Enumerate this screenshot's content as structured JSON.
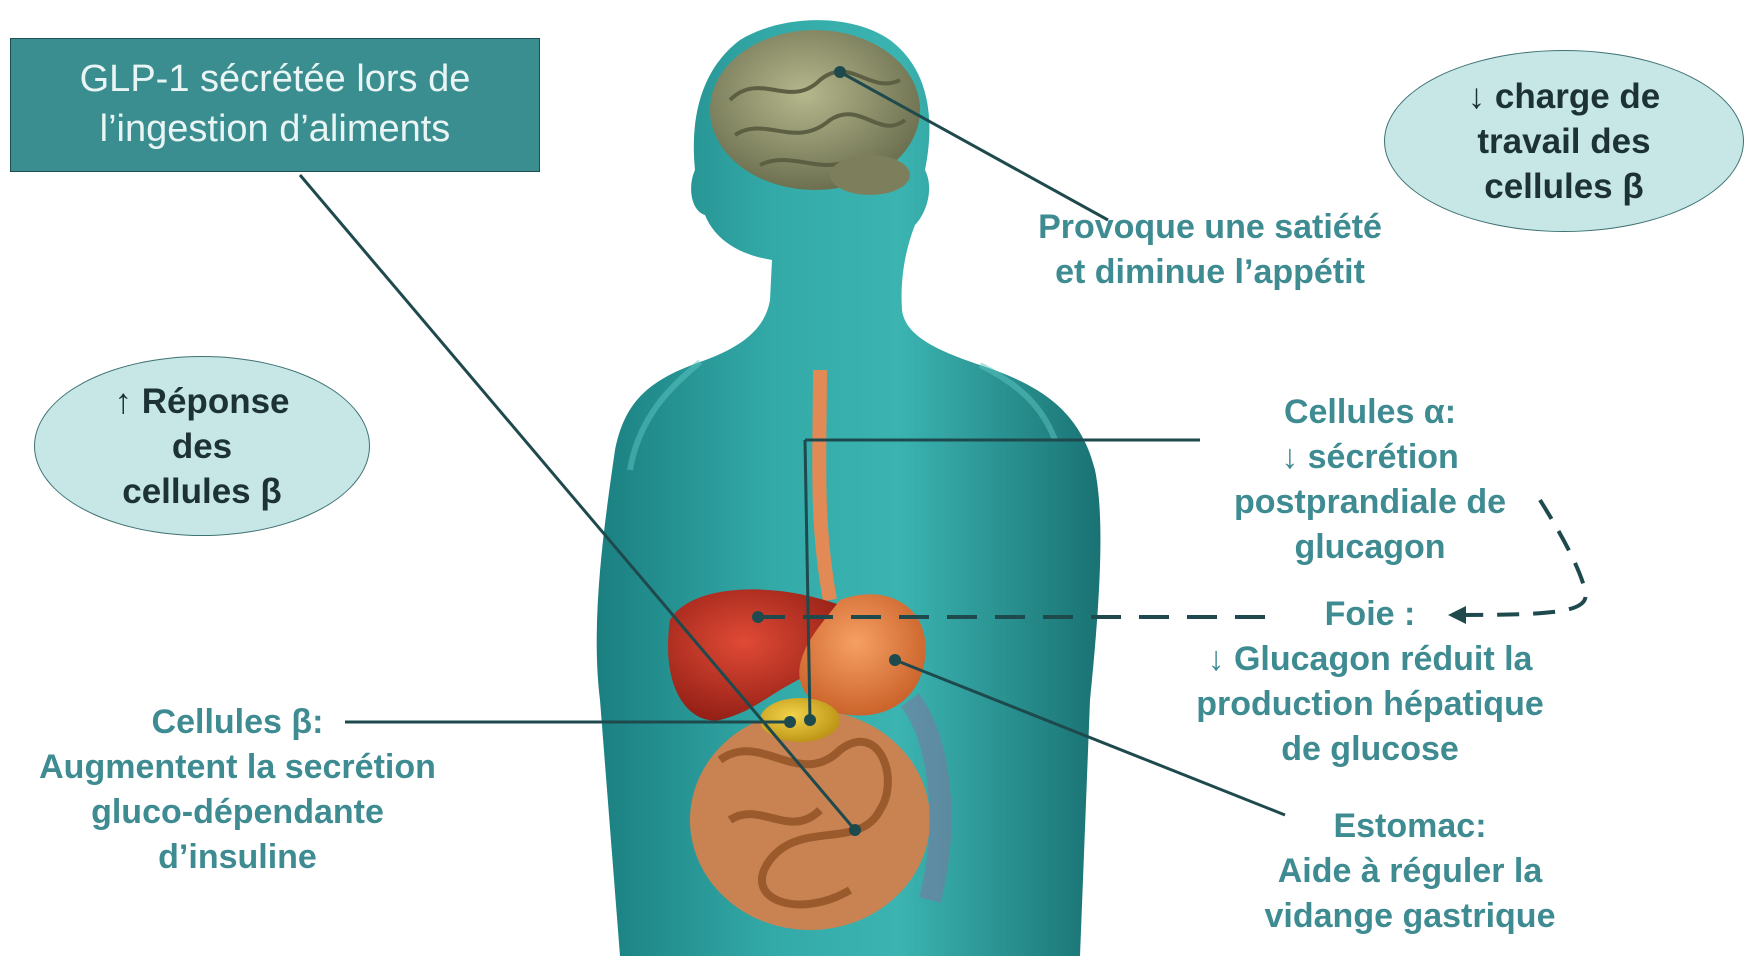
{
  "title_box": {
    "text": "GLP-1 sécrétée lors de\nl’ingestion d’aliments"
  },
  "ellipses": {
    "workload": {
      "text": "↓ charge de\ntravail des\ncellules β"
    },
    "response": {
      "text": "↑ Réponse\ndes\ncellules β"
    }
  },
  "labels": {
    "brain": "Provoque une satiété\net diminue l’appétit",
    "alpha": "Cellules α:\n↓ sécrétion\npostprandiale de\nglucagon",
    "liver": "Foie :\n↓ Glucagon réduit la\nproduction hépatique\nde glucose",
    "beta": "Cellules β:\nAugmentent la secrétion\ngluco-dépendante\nd’insuline",
    "stomach": "Estomac:\nAide à réguler la\nvidange gastrique"
  },
  "colors": {
    "body": "#2fa3a1",
    "body_dark": "#1c7a7b",
    "label_text": "#3e8b92",
    "box_fill": "#3a8e90",
    "ellipse_fill": "#c7e6e6",
    "line": "#1e4a4e",
    "brain": "#8a8c67",
    "liver": "#b52a1e",
    "stomach": "#e07a3a",
    "pancreas": "#d9b51a",
    "intestine": "#c98352"
  },
  "icons": [
    "brain-icon",
    "liver-icon",
    "stomach-icon",
    "pancreas-icon",
    "intestine-icon"
  ]
}
